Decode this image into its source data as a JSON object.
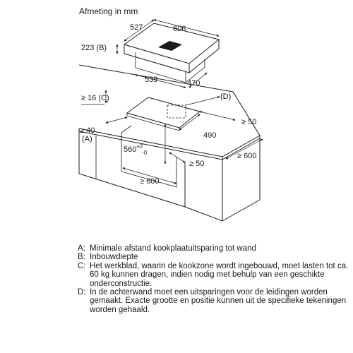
{
  "heading": "Afmeting in mm",
  "dimensions": {
    "top_depth": "527",
    "top_width": "606",
    "height_b": "223 (B)",
    "bottom_width": "539",
    "bottom_depth": "470",
    "gap_c": "≥ 16 (C)",
    "marker_d": "(D)",
    "back_50": "≥ 50",
    "cutout_490": "490",
    "side_40": "≥ 40",
    "marker_a": "(A)",
    "cutout_560": "560",
    "tol_plus": "+2",
    "tol_minus": "-0",
    "front_50": "≥ 50",
    "depth_600": "≥ 600",
    "width_600": "≥ 600"
  },
  "legend": [
    {
      "key": "A:",
      "text": "Minimale afstand kookplaatuitsparing tot wand"
    },
    {
      "key": "B:",
      "text": "Inbouwdiepte"
    },
    {
      "key": "C:",
      "text": "Het werkblad, waarin de kookzone wordt ingebouwd, moet lasten tot ca. 60 kg kunnen dragen, indien nodig met behulp van een geschikte onderconstructie."
    },
    {
      "key": "D:",
      "text": "In de achterwand moet een uitsparingen voor de leidingen worden gemaakt. Exacte grootte en positie kunnen uit de specifieke tekeningen worden gehaald."
    }
  ]
}
